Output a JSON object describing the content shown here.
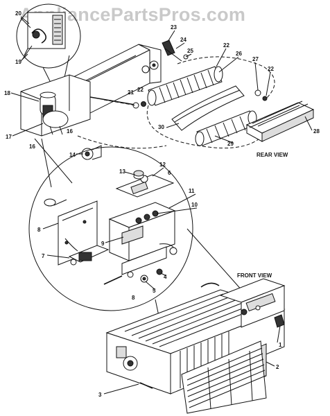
{
  "watermark": "AppliancePartsPros.com",
  "views": {
    "rear": "REAR VIEW",
    "front": "FRONT VIEW"
  },
  "callouts": [
    "1",
    "2",
    "3",
    "4",
    "5",
    "6",
    "7",
    "8",
    "8",
    "9",
    "10",
    "11",
    "12",
    "13",
    "14",
    "16",
    "16",
    "17",
    "18",
    "19",
    "20",
    "21",
    "22",
    "22",
    "22",
    "23",
    "24",
    "25",
    "26",
    "27",
    "28",
    "29",
    "30"
  ]
}
